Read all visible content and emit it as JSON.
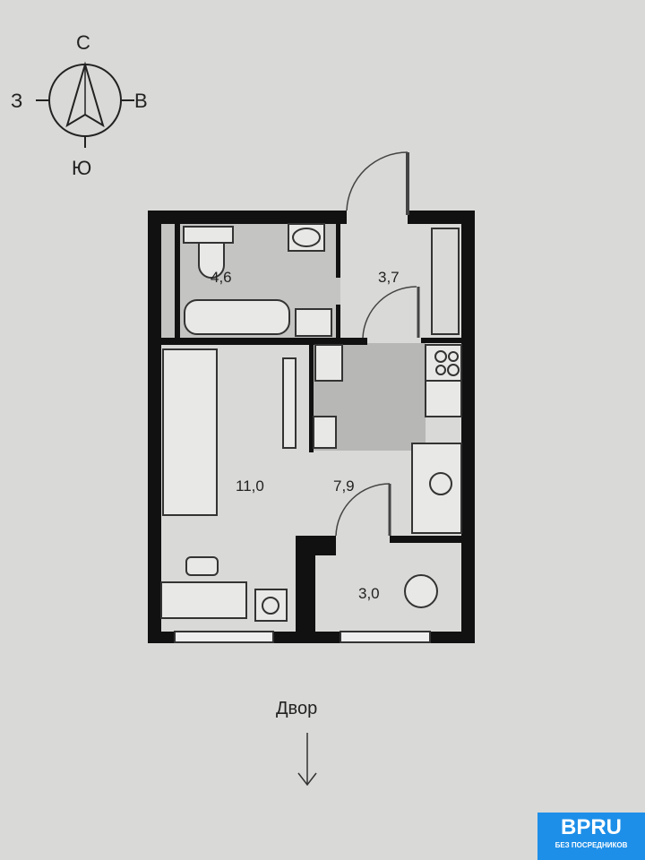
{
  "compass": {
    "north": "С",
    "west": "З",
    "east": "В",
    "south": "Ю"
  },
  "rooms": {
    "bathroom": "4,6",
    "hall": "3,7",
    "living": "11,0",
    "kitchen": "7,9",
    "balcony": "3,0"
  },
  "yard_label": "Двор",
  "logo": {
    "title": "BPRU",
    "subtitle": "БЕЗ ПОСРЕДНИКОВ"
  },
  "colors": {
    "wall": "#111111",
    "floor": "#bdbdbb",
    "background": "#d9d9d7",
    "logo": "#1e8fe8"
  }
}
